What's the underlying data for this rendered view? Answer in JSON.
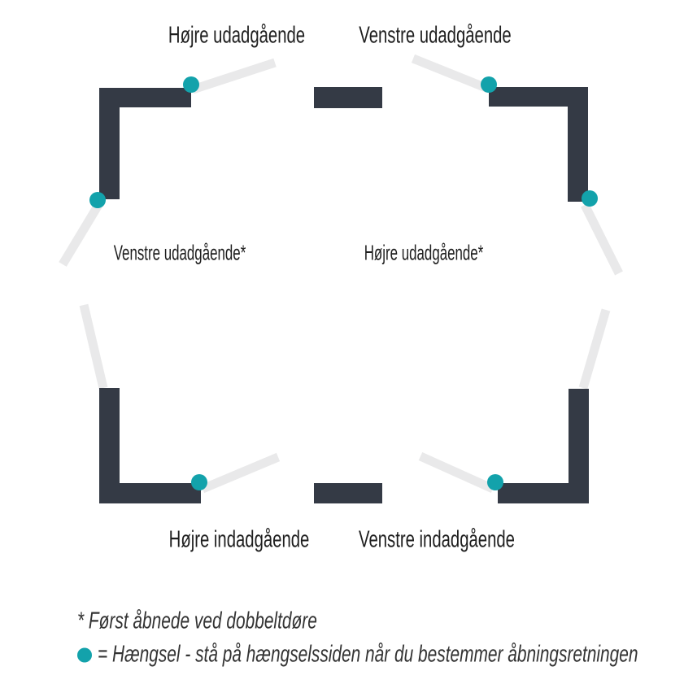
{
  "colors": {
    "background": "#ffffff",
    "wall": "#343a45",
    "hinge": "#13a2ab",
    "door": "#e9e9ea",
    "text": "#1e1e1e",
    "footer_text": "#333333"
  },
  "labels": {
    "top_left": "Højre udadgående",
    "top_right": "Venstre udadgående",
    "mid_left": "Venstre udadgående*",
    "mid_right": "Højre udadgående*",
    "bottom_left": "Højre indadgående",
    "bottom_right": "Venstre indadgående"
  },
  "footer": {
    "note": "* Først åbnede ved dobbeltdøre",
    "legend": "= Hængsel - stå på hængselssiden når du bestemmer åbningsretningen"
  }
}
